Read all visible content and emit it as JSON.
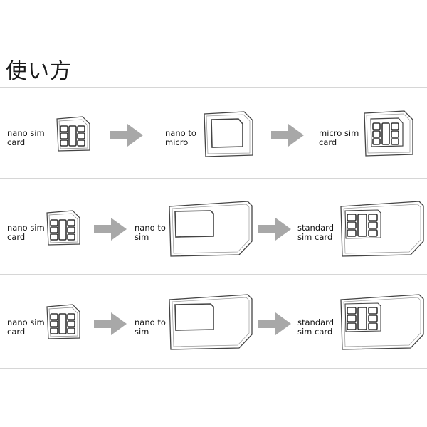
{
  "title": "使い方",
  "colors": {
    "arrow": "#a8a8a8",
    "divider": "#d6d6d6",
    "card_stroke": "#444444"
  },
  "rows": [
    {
      "source": "nano sim\ncard",
      "adapter": "nano to\nmicro",
      "result": "micro sim\ncard"
    },
    {
      "source": "nano sim\ncard",
      "adapter": "nano to\nsim",
      "result": "standard\nsim card"
    },
    {
      "source": "nano sim\ncard",
      "adapter": "nano to\nsim",
      "result": "standard\nsim card"
    }
  ]
}
